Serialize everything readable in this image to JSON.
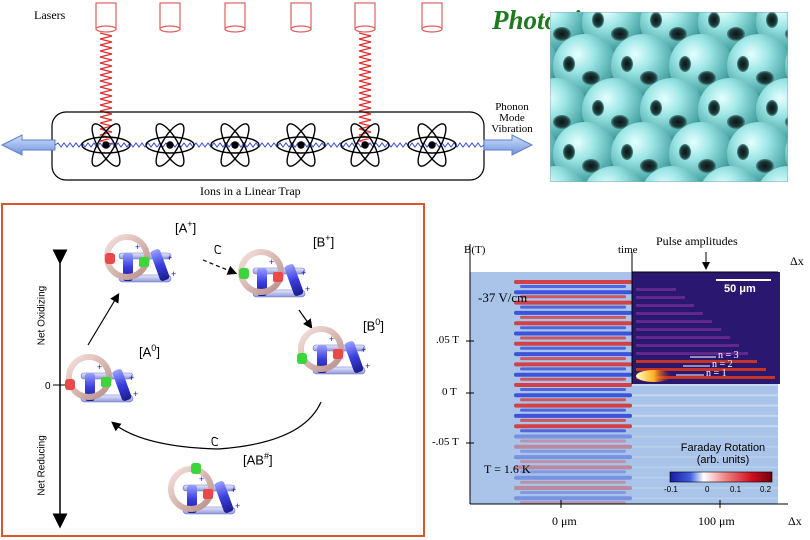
{
  "ion_trap": {
    "lasers_label": "Lasers",
    "phonon_label_lines": [
      "Phonon",
      "Mode",
      "Vibration"
    ],
    "trap_label": "Ions in a Linear Trap"
  },
  "photonics": {
    "title": "Photonics"
  },
  "molecular_switch": {
    "states": {
      "a_plus": "[A",
      "a_plus_sup": "+",
      "b_plus": "[B",
      "b_plus_sup": "+",
      "b_zero": "[B",
      "b_zero_sup": "0",
      "a_zero": "[A",
      "a_zero_sup": "0",
      "ab_hash": "[AB",
      "ab_hash_sup": "#"
    },
    "axis_top": "Net Oxidizing",
    "axis_bottom": "Net Reducing",
    "zero_label": "0",
    "colors": {
      "ring": "#e8c0bb",
      "frame": "#3a3ee0",
      "red_bead": "#e84a4a",
      "green_bead": "#3ad63a"
    }
  },
  "faraday": {
    "y_axis_label": "B(T)",
    "time_label": "time",
    "dx_top": "Δx",
    "pulse_label": "Pulse amplitudes",
    "field_label": "-37 V/cm",
    "scale_bar": "50 μm",
    "y_ticks": [
      ".05 T",
      "0 T",
      "-.05 T"
    ],
    "temperature": "T = 1.6 K",
    "n_labels": [
      "n = 3",
      "n = 2",
      "n = 1"
    ],
    "colorbar_title_lines": [
      "Faraday Rotation",
      "(arb. units)"
    ],
    "colorbar_ticks": [
      "-0.1",
      "0",
      "0.1",
      "0.2"
    ],
    "x_ticks": [
      "0 μm",
      "100 μm"
    ],
    "dx_bottom": "Δx",
    "colors": {
      "background": "#a9c4e8",
      "inset": "#2a1870",
      "hot": "#f0401a"
    }
  }
}
